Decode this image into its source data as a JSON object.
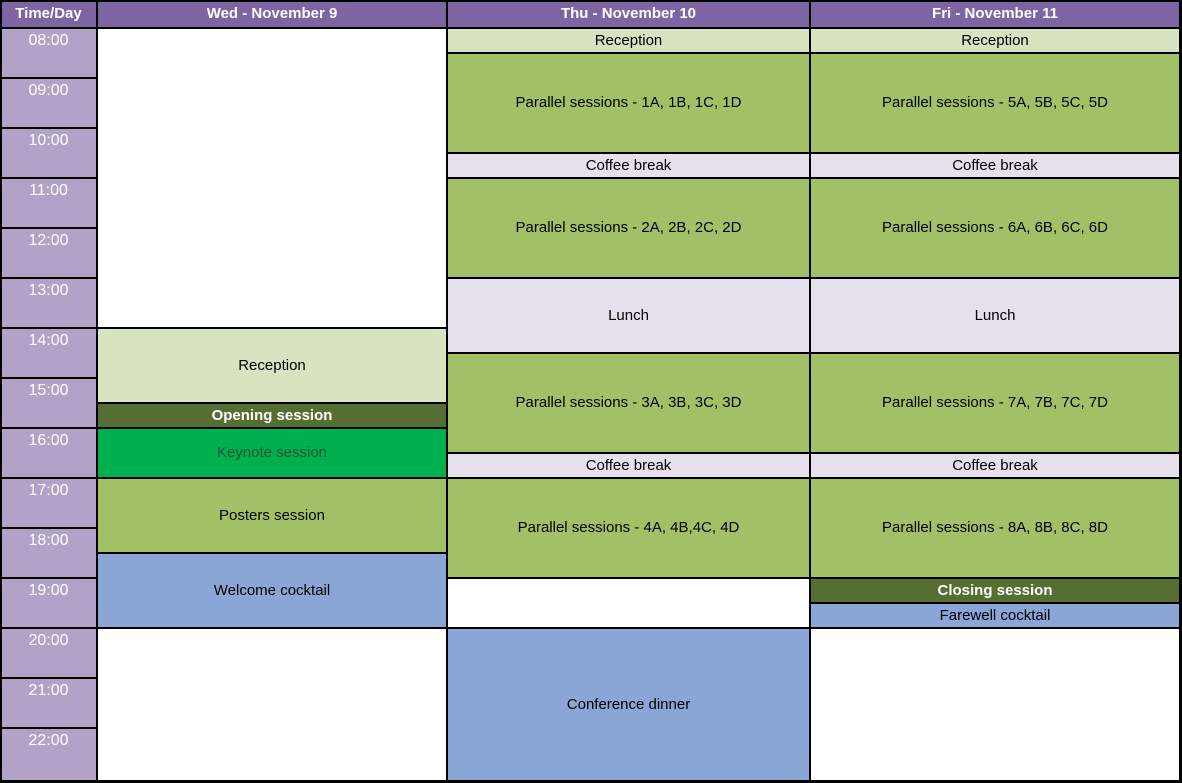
{
  "header": {
    "time_day_label": "Time/Day",
    "days": [
      "Wed - November 9",
      "Thu - November 10",
      "Fri - November 11"
    ]
  },
  "times": [
    "08:00",
    "09:00",
    "10:00",
    "11:00",
    "12:00",
    "13:00",
    "14:00",
    "15:00",
    "16:00",
    "17:00",
    "18:00",
    "19:00",
    "20:00",
    "21:00",
    "22:00"
  ],
  "colors": {
    "header_purple": "#7D64A3",
    "time_purple": "#B2A2C7",
    "reception_green": "#D7E3C1",
    "session_green": "#A2C167",
    "break_lavender": "#E5E0EC",
    "olive_dark": "#566E32",
    "keynote_green": "#00B050",
    "keynote_text": "#1D5233",
    "cocktail_blue": "#8AA6D6",
    "grid_border": "#000000",
    "empty_white": "#FFFFFF"
  },
  "schedule": {
    "columns": [
      {
        "day": "Wed - November 9",
        "events": [
          {
            "label": "",
            "type": "empty",
            "start": "08:00",
            "end": "14:00"
          },
          {
            "label": "Reception",
            "type": "reception",
            "start": "14:00",
            "end": "15:30"
          },
          {
            "label": "Opening session",
            "type": "opening",
            "start": "15:30",
            "end": "16:00"
          },
          {
            "label": "Keynote session",
            "type": "keynote",
            "start": "16:00",
            "end": "17:00"
          },
          {
            "label": "Posters session",
            "type": "parallel",
            "start": "17:00",
            "end": "18:30"
          },
          {
            "label": "Welcome cocktail",
            "type": "cocktail",
            "start": "18:30",
            "end": "20:00"
          },
          {
            "label": "",
            "type": "empty",
            "start": "20:00",
            "end": "23:00"
          }
        ]
      },
      {
        "day": "Thu - November 10",
        "events": [
          {
            "label": "Reception",
            "type": "reception",
            "start": "08:00",
            "end": "08:30"
          },
          {
            "label": "Parallel sessions - 1A, 1B, 1C, 1D",
            "type": "parallel",
            "start": "08:30",
            "end": "10:30"
          },
          {
            "label": "Coffee break",
            "type": "break",
            "start": "10:30",
            "end": "11:00"
          },
          {
            "label": "Parallel sessions - 2A, 2B, 2C, 2D",
            "type": "parallel",
            "start": "11:00",
            "end": "13:00"
          },
          {
            "label": "Lunch",
            "type": "break",
            "start": "13:00",
            "end": "14:30"
          },
          {
            "label": "Parallel sessions - 3A, 3B, 3C, 3D",
            "type": "parallel",
            "start": "14:30",
            "end": "16:30"
          },
          {
            "label": "Coffee break",
            "type": "break",
            "start": "16:30",
            "end": "17:00"
          },
          {
            "label": "Parallel sessions - 4A, 4B,4C, 4D",
            "type": "parallel",
            "start": "17:00",
            "end": "19:00"
          },
          {
            "label": "",
            "type": "empty",
            "start": "19:00",
            "end": "20:00"
          },
          {
            "label": "Conference dinner",
            "type": "cocktail",
            "start": "20:00",
            "end": "23:00"
          }
        ]
      },
      {
        "day": "Fri - November 11",
        "events": [
          {
            "label": "Reception",
            "type": "reception",
            "start": "08:00",
            "end": "08:30"
          },
          {
            "label": "Parallel sessions - 5A, 5B, 5C, 5D",
            "type": "parallel",
            "start": "08:30",
            "end": "10:30"
          },
          {
            "label": "Coffee break",
            "type": "break",
            "start": "10:30",
            "end": "11:00"
          },
          {
            "label": "Parallel sessions - 6A, 6B, 6C, 6D",
            "type": "parallel",
            "start": "11:00",
            "end": "13:00"
          },
          {
            "label": "Lunch",
            "type": "break",
            "start": "13:00",
            "end": "14:30"
          },
          {
            "label": "Parallel sessions - 7A, 7B, 7C, 7D",
            "type": "parallel",
            "start": "14:30",
            "end": "16:30"
          },
          {
            "label": "Coffee break",
            "type": "break",
            "start": "16:30",
            "end": "17:00"
          },
          {
            "label": "Parallel sessions - 8A, 8B, 8C, 8D",
            "type": "parallel",
            "start": "17:00",
            "end": "19:00"
          },
          {
            "label": "Closing session",
            "type": "opening",
            "start": "19:00",
            "end": "19:30"
          },
          {
            "label": "Farewell cocktail",
            "type": "cocktail",
            "start": "19:30",
            "end": "20:00"
          },
          {
            "label": "",
            "type": "empty",
            "start": "20:00",
            "end": "23:00"
          }
        ]
      }
    ]
  }
}
